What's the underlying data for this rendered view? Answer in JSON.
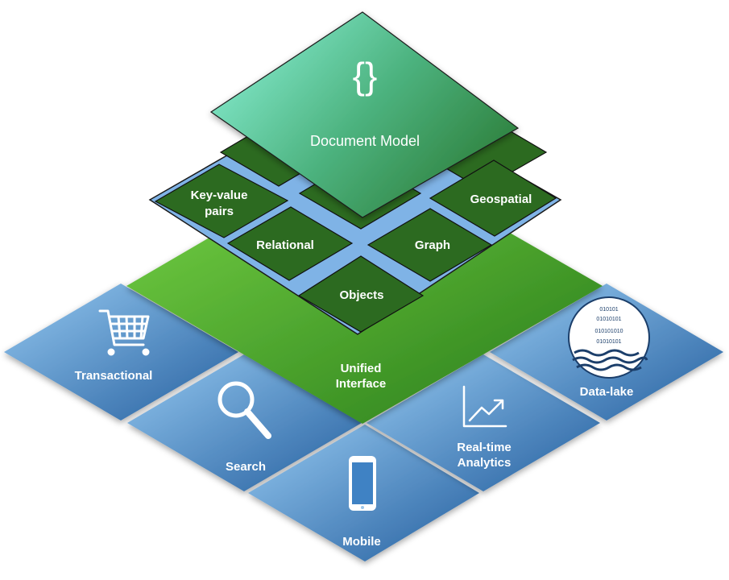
{
  "use_cases": {
    "transactional": "Transactional",
    "search": "Search",
    "mobile": "Mobile",
    "analytics_line1": "Real-time",
    "analytics_line2": "Analytics",
    "datalake": "Data-lake"
  },
  "unified": {
    "line1": "Unified",
    "line2": "Interface"
  },
  "models": {
    "key_value_line1": "Key-value",
    "key_value_line2": "pairs",
    "relational": "Relational",
    "graph": "Graph",
    "objects": "Objects",
    "geospatial": "Geospatial"
  },
  "document_model": {
    "label": "Document Model",
    "glyph": "{}"
  },
  "datalake_binary": [
    "010101",
    "01010101",
    "010101010",
    "01010101"
  ],
  "colors": {
    "blue_light": "#8cc2ec",
    "blue_dark": "#2f6fae",
    "green_base_light": "#6fcf3e",
    "green_base_dark": "#2f8a1e",
    "model_tile": "#2c6a20",
    "model_grid": "#7fb3e6",
    "doc_light": "#7de8c8",
    "doc_dark": "#2f7d38"
  },
  "icons": {
    "transactional": "shopping-cart-icon",
    "search": "magnifier-icon",
    "mobile": "smartphone-icon",
    "analytics": "trend-chart-icon",
    "datalake": "data-lake-icon",
    "document": "curly-braces-icon"
  }
}
